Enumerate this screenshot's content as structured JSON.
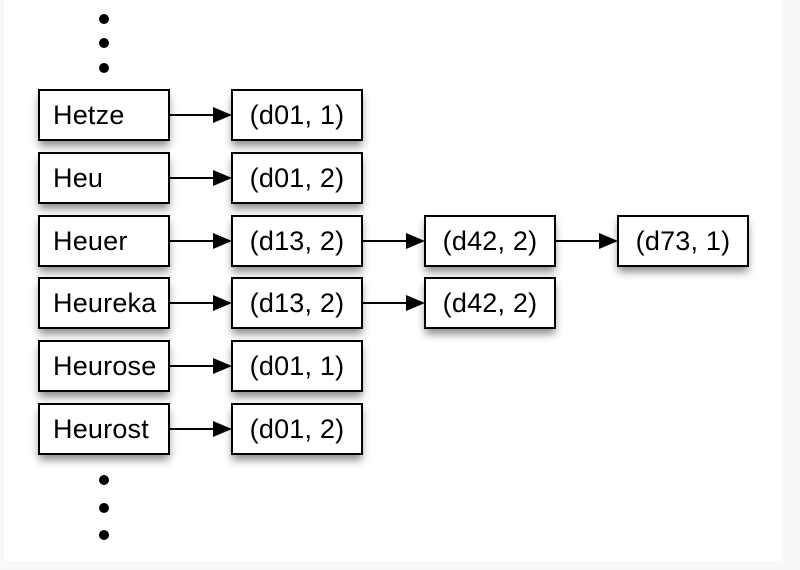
{
  "page": {
    "background_color": "#f7f8f8",
    "slide_background_color": "#ffffff"
  },
  "colors": {
    "box_border": "#000000",
    "box_fill": "#ffffff",
    "text": "#000000",
    "arrow": "#000000",
    "shadow": "rgba(0,0,0,0.45)"
  },
  "diagram": {
    "ellipsis_top_dot_count": 3,
    "ellipsis_bottom_dot_count": 3,
    "rows": [
      {
        "term": "Hetze",
        "postings": [
          "(d01, 1)"
        ]
      },
      {
        "term": "Heu",
        "postings": [
          "(d01, 2)"
        ]
      },
      {
        "term": "Heuer",
        "postings": [
          "(d13, 2)",
          "(d42, 2)",
          "(d73, 1)"
        ]
      },
      {
        "term": "Heureka",
        "postings": [
          "(d13, 2)",
          "(d42, 2)"
        ]
      },
      {
        "term": "Heurose",
        "postings": [
          "(d01, 1)"
        ]
      },
      {
        "term": "Heurost",
        "postings": [
          "(d01, 2)"
        ]
      }
    ]
  }
}
